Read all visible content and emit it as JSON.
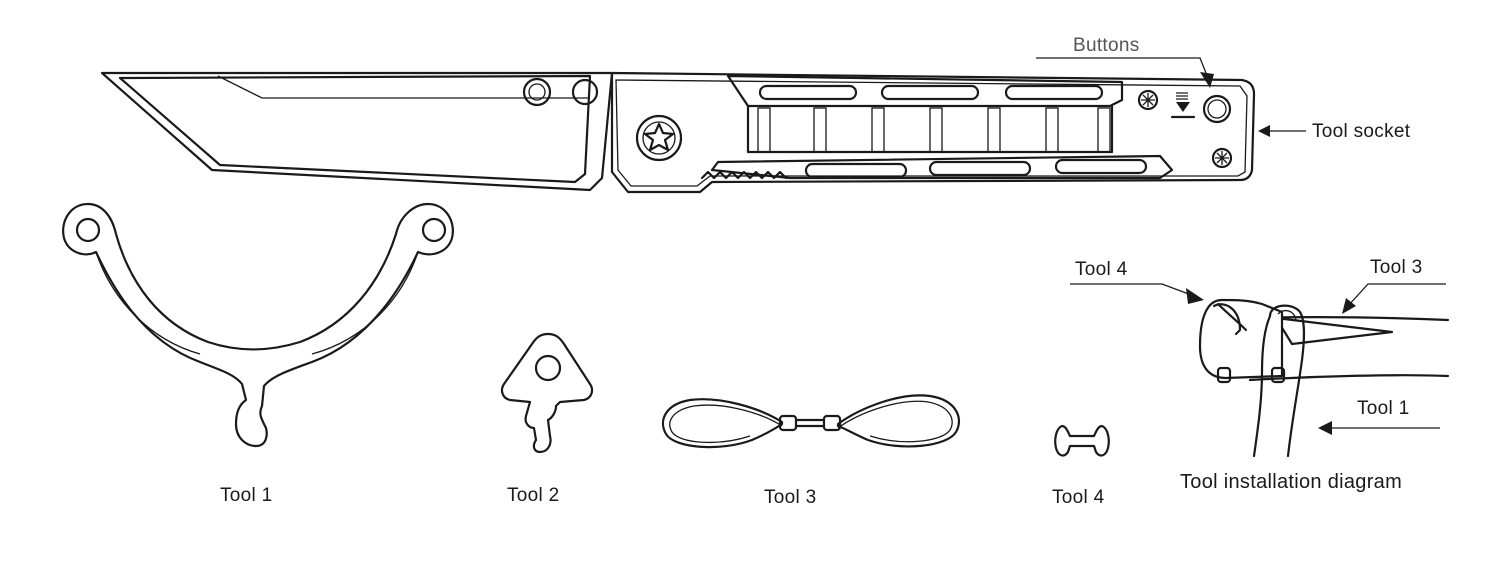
{
  "labels": {
    "buttons": "Buttons",
    "tool_socket": "Tool socket",
    "tool1": "Tool 1",
    "tool2": "Tool 2",
    "tool3": "Tool 3",
    "tool4": "Tool 4",
    "install_tool4": "Tool 4",
    "install_tool3": "Tool 3",
    "install_tool1": "Tool 1",
    "install_caption": "Tool installation diagram"
  },
  "colors": {
    "line": "#1a1a1a",
    "background": "#ffffff"
  }
}
